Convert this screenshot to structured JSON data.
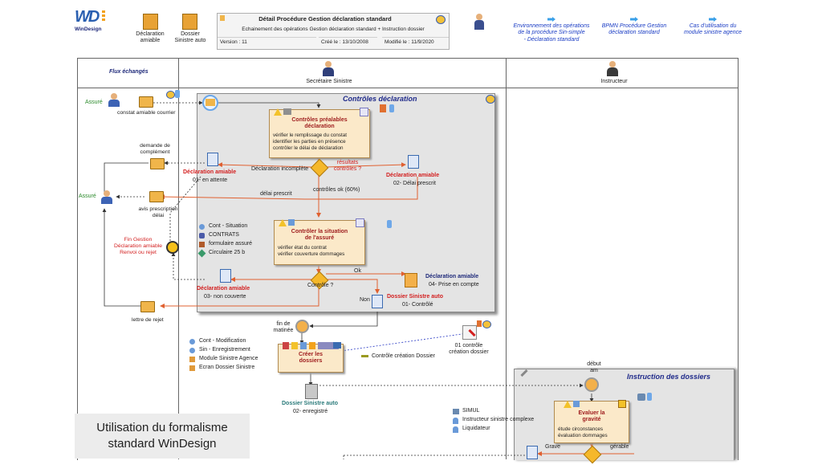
{
  "logo": {
    "text": "WinDesign",
    "mark": "WD"
  },
  "toolbar": {
    "declaration_amiable": "Déclaration\namiable",
    "dossier_sinistre_auto": "Dossier\nSinistre auto"
  },
  "header": {
    "title": "Détail Procédure Gestion déclaration standard",
    "subtitle": "Echainement des opérations Gestion déclaration standard + Instruction dossier",
    "version": "Version : 11",
    "created": "Créé le : 13/10/2008",
    "modified": "Modifié le : 11/9/2020"
  },
  "links": [
    "Environnement des opérations\nde la procédure Sin-simple\n- Déclaration standard",
    "BPMN Procédure Gestion\ndéclaration standard",
    "Cas d'utilisation du\nmodule sinistre agence"
  ],
  "lanes": {
    "flux": "Flux échangés",
    "secretaire": "Secrétaire Sinistre",
    "instructeur": "Instructeur"
  },
  "left_actors": {
    "assure_top": "Assuré",
    "assure_mid": "Assuré",
    "constat": "constat amiable courrier",
    "demande": "demande de\ncomplément",
    "avis": "avis prescription\ndélai",
    "fin": "Fin Gestion\nDéclaration amiable\nRenvoi ou rejet",
    "lettre": "lettre de rejet"
  },
  "zone_controles": {
    "title": "Contrôles déclaration"
  },
  "activity_prealables": {
    "title": "Contrôles préalables\ndéclaration",
    "body": "vérifier le remplissage du constat\nidentifier les parties en présence\ncontrôler le délai de déclaration"
  },
  "flows": {
    "decl_incomplete": "Déclaration incomplète",
    "resultats": "résultats\ncontrôles ?",
    "delai_prescrit": "délai prescrit",
    "controles_ok": "contrôles ok (60%)",
    "controle_q": "Contrôle ?",
    "ok": "Ok",
    "non": "Non",
    "fin_matinee": "fin de\nmatinée",
    "controle_creation": "Contrôle création Dossier",
    "debut_am": "début\nam",
    "grave": "Grave",
    "gerable": "gérable"
  },
  "states": {
    "decl_attente_title": "Déclaration amiable",
    "decl_attente_state": "01- en attente",
    "decl_delai_title": "Déclaration amiable",
    "decl_delai_state": "02- Délai prescrit",
    "decl_noncouverte_title": "Déclaration amiable",
    "decl_noncouverte_state": "03- non couverte",
    "decl_prise_title": "Déclaration amiable",
    "decl_prise_state": "04- Prise en compte",
    "dossier_controle_title": "Dossier Sinistre auto",
    "dossier_controle_state": "01- Contrôlé",
    "dossier_enreg_title": "Dossier Sinistre auto",
    "dossier_enreg_state": "02- enregistré",
    "controle_creation": "01 contrôle\ncréation dossier"
  },
  "resources_situation": [
    "Cont - Situation",
    "CONTRATS",
    "formulaire assuré",
    "Circulaire 25 b"
  ],
  "activity_situation": {
    "title": "Contrôler la situation\nde l'assuré",
    "body": "vérifier état du contrat\nvérifier couverture dommages"
  },
  "resources_creer": [
    "Cont - Modification",
    "Sin - Enregistrement",
    "Module Sinistre Agence",
    "Ecran Dossier Sinistre"
  ],
  "activity_creer": {
    "title": "Créer les\ndossiers"
  },
  "zone_instruction": {
    "title": "Instruction des dossiers"
  },
  "activity_evaluer": {
    "title": "Evaluer la\ngravité",
    "body": "étude circonstances\névaluation dommages"
  },
  "resources_evaluer": [
    "SIMUL",
    "Instructeur sinistre complexe",
    "Liquidateur"
  ],
  "caption": "Utilisation du formalisme\nstandard WinDesign",
  "colors": {
    "accent_red": "#d32020",
    "activity_fill": "#fbe9c9",
    "zone_fill": "#e4e4e4",
    "diamond": "#f5b82a",
    "link_blue": "#1a3cc4"
  }
}
